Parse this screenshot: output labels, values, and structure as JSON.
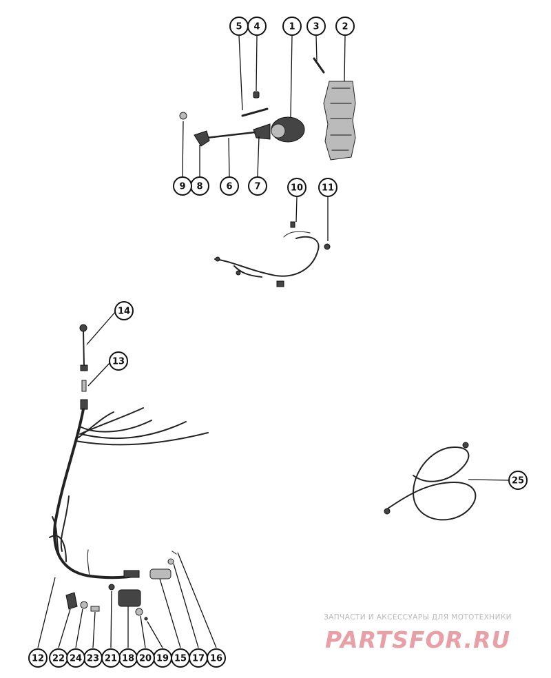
{
  "diagram": {
    "callouts": [
      "1",
      "2",
      "3",
      "4",
      "5",
      "6",
      "7",
      "8",
      "9",
      "10",
      "11",
      "12",
      "13",
      "14",
      "15",
      "16",
      "17",
      "18",
      "19",
      "20",
      "21",
      "22",
      "23",
      "24",
      "25"
    ]
  },
  "watermark": {
    "subtitle": "ЗАПЧАСТИ И АКСЕССУАРЫ ДЛЯ МОТОТЕХНИКИ",
    "logo": "PARTSFOR.RU"
  },
  "colors": {
    "ink": "#111111",
    "watermark": "#e8a0a6",
    "watermark_text": "#b9b9b9"
  }
}
